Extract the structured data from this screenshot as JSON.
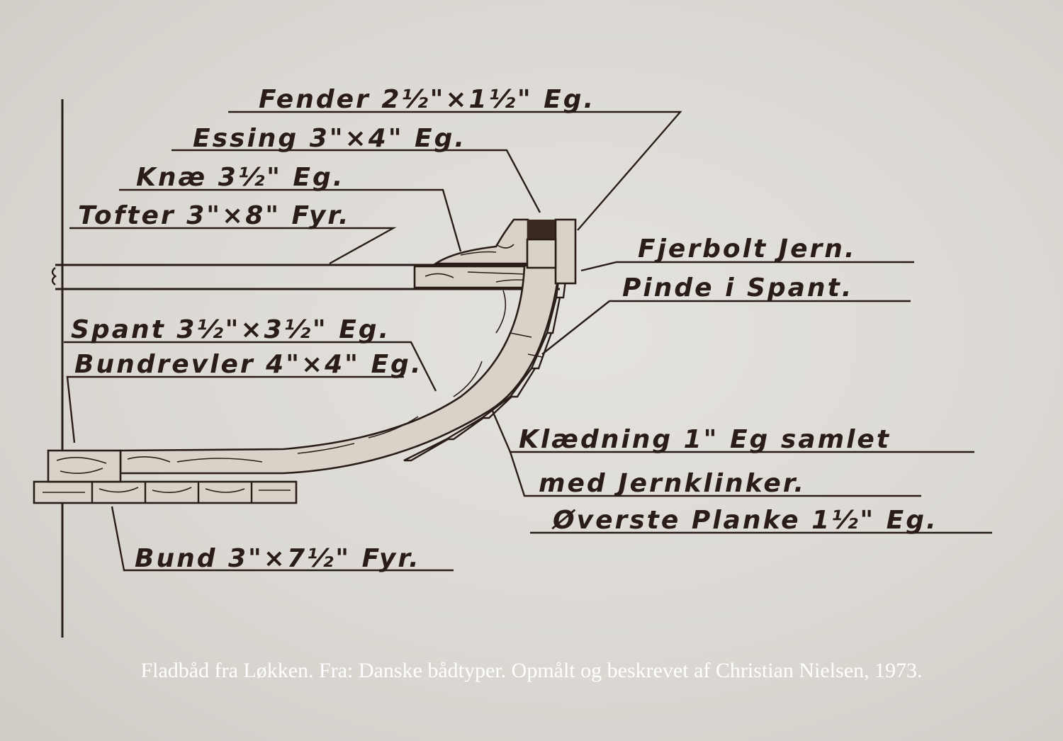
{
  "labels": {
    "fender": "Fender 2½\"×1½\" Eg.",
    "essing": "Essing 3\"×4\" Eg.",
    "knae": "Knæ 3½\" Eg.",
    "tofter": "Tofter 3\"×8\" Fyr.",
    "fjerbolt": "Fjerbolt Jern.",
    "pinde": "Pinde i Spant.",
    "spant": "Spant 3½\"×3½\" Eg.",
    "bundrevler": "Bundrevler 4\"×4\" Eg.",
    "klaedning1": "Klædning 1\" Eg samlet",
    "klaedning2": "med Jernklinker.",
    "overste": "Øverste Planke 1½\" Eg.",
    "bund": "Bund 3\"×7½\" Fyr."
  },
  "caption": "Fladbåd fra Løkken. Fra: Danske bådtyper. Opmålt og beskrevet af Christian Nielsen, 1973.",
  "colors": {
    "ink": "#2a1d17",
    "paper": "#dcd9d4",
    "caption": "#ffffff"
  }
}
